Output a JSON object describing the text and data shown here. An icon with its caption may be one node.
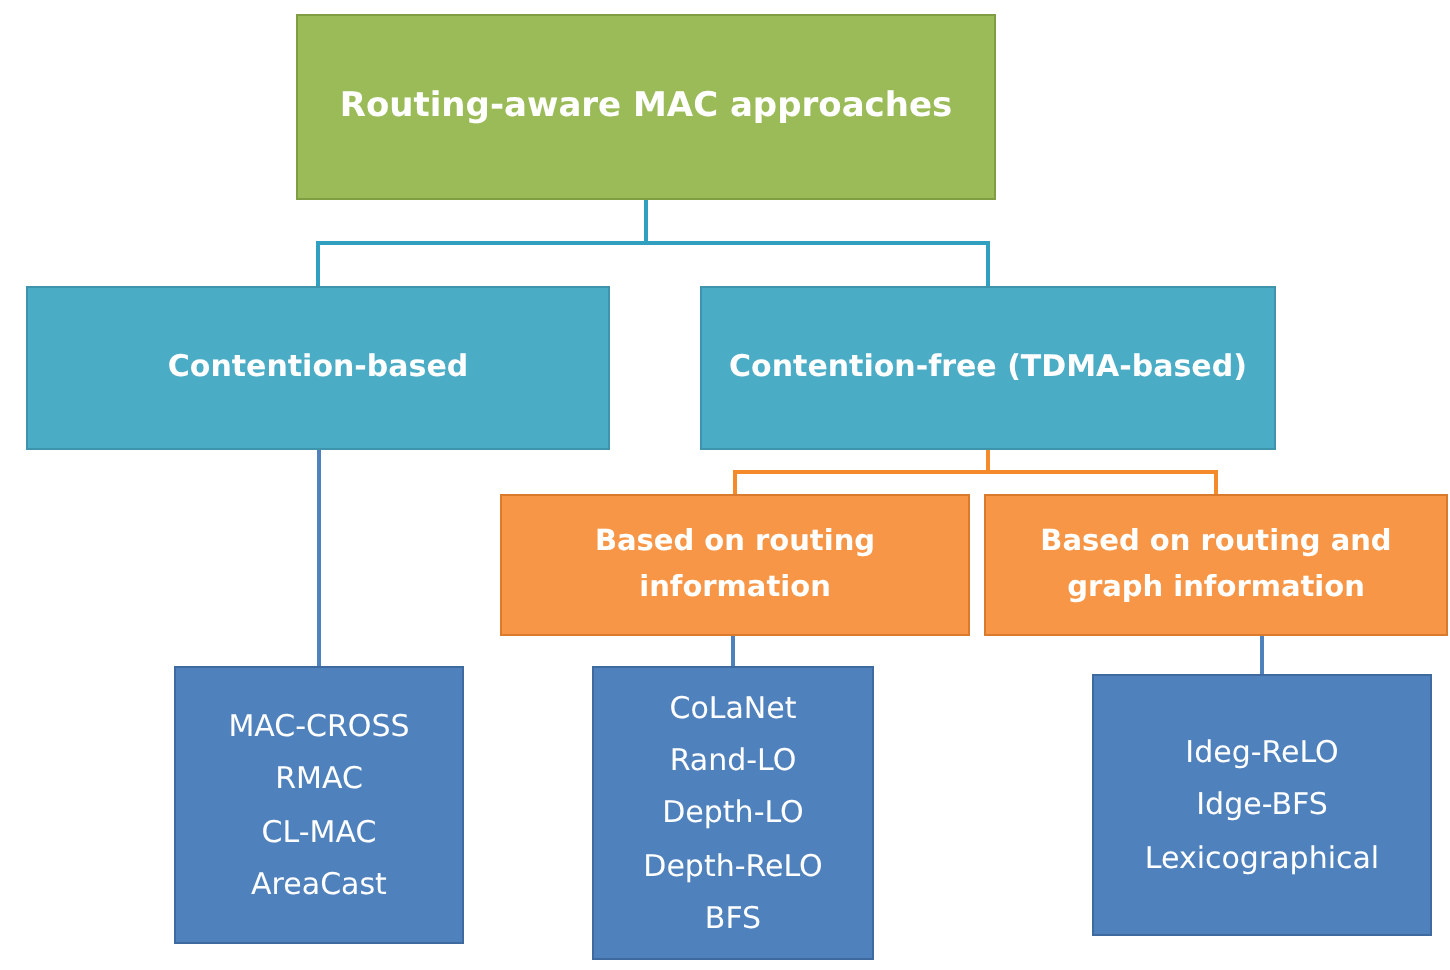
{
  "diagram": {
    "nodes": [
      {
        "text": [
          "Routing-aware MAC  approaches"
        ]
      },
      {
        "text": [
          "Contention-based"
        ]
      },
      {
        "text": [
          "Contention-free (TDMA-based)"
        ]
      },
      {
        "text": [
          "Based on routing information"
        ]
      },
      {
        "text": [
          "Based on routing and graph information"
        ]
      },
      {
        "text": [
          "MAC-CROSS",
          "RMAC",
          "CL-MAC",
          "AreaCast"
        ]
      },
      {
        "text": [
          "CoLaNet",
          "Rand-LO",
          "Depth-LO",
          "Depth-ReLO",
          "BFS"
        ]
      },
      {
        "text": [
          "Ideg-ReLO",
          "Idge-BFS",
          "Lexicographical"
        ]
      }
    ],
    "edges": [
      {
        "from": 0,
        "to": 1,
        "arrow": "none",
        "color": "#31a0c0"
      },
      {
        "from": 0,
        "to": 2,
        "arrow": "none",
        "color": "#31a0c0"
      },
      {
        "from": 1,
        "to": 5,
        "arrow": "none"
      },
      {
        "from": 2,
        "to": 3,
        "arrow": "none",
        "color": "#f58a2a"
      },
      {
        "from": 2,
        "to": 4,
        "arrow": "none",
        "color": "#f58a2a"
      },
      {
        "from": 3,
        "to": 6,
        "arrow": "none"
      },
      {
        "from": 4,
        "to": 7,
        "arrow": "none"
      }
    ]
  }
}
